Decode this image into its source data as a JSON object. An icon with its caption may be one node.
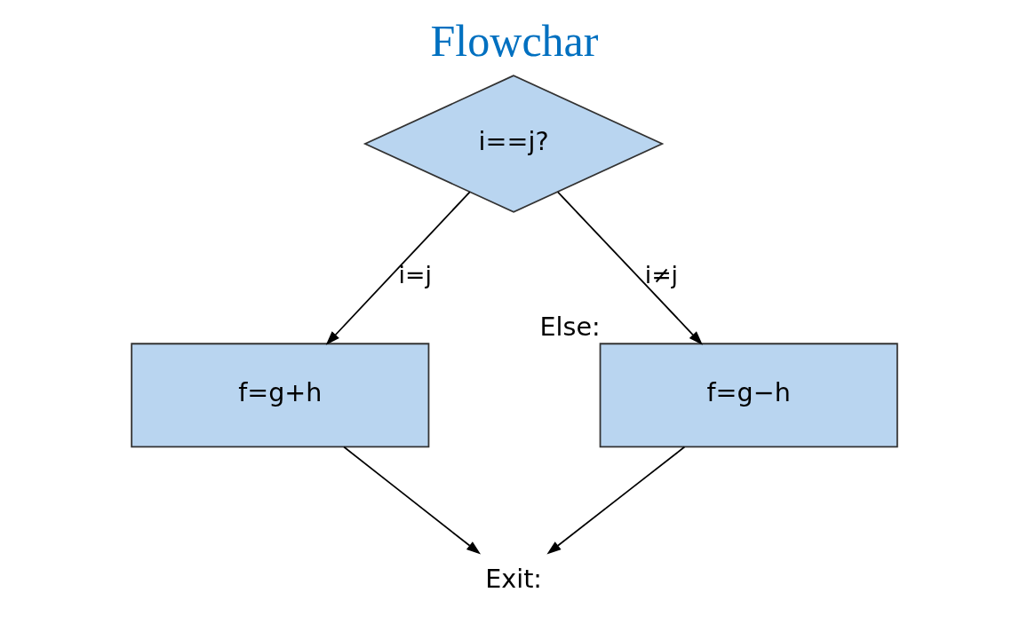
{
  "diagram": {
    "title": "Flowchar",
    "nodes": [
      {
        "text": [
          "i==j?"
        ]
      },
      {
        "text": [
          "f=g+h"
        ]
      },
      {
        "text": [
          "f=g−h"
        ],
        "beside": [
          "Else:"
        ]
      },
      {
        "text": [
          "Exit:"
        ]
      }
    ],
    "edges": [
      {
        "from": 0,
        "to": 1,
        "arrow": "to",
        "label": "i=j"
      },
      {
        "from": 0,
        "to": 2,
        "arrow": "to",
        "label": "i≠j"
      },
      {
        "from": 1,
        "to": 3,
        "arrow": "to"
      },
      {
        "from": 2,
        "to": 3,
        "arrow": "to"
      }
    ]
  }
}
